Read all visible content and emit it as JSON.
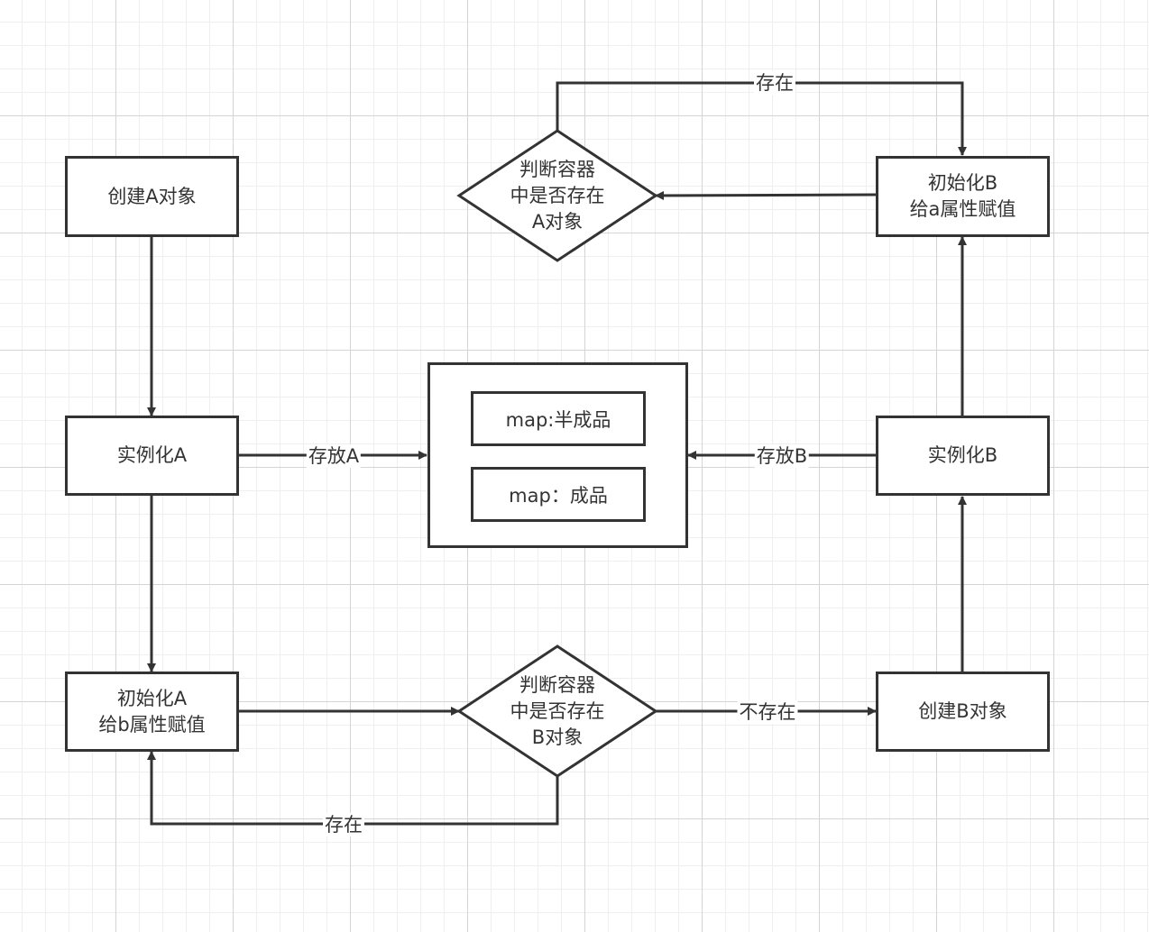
{
  "nodes": {
    "create_a": {
      "label": "创建A对象"
    },
    "instantiate_a": {
      "label": "实例化A"
    },
    "init_a": {
      "lines": [
        "初始化A",
        "给b属性赋值"
      ]
    },
    "check_b": {
      "lines": [
        "判断容器",
        "中是否存在",
        "B对象"
      ]
    },
    "create_b": {
      "label": "创建B对象"
    },
    "instantiate_b": {
      "label": "实例化B"
    },
    "init_b": {
      "lines": [
        "初始化B",
        "给a属性赋值"
      ]
    },
    "check_a": {
      "lines": [
        "判断容器",
        "中是否存在",
        "A对象"
      ]
    },
    "container": {
      "half_map": "map:半成品",
      "full_map": "map：成品"
    }
  },
  "edges": {
    "store_a": "存放A",
    "store_b": "存放B",
    "exists_top": "存在",
    "exists_bottom": "存在",
    "not_exists": "不存在"
  },
  "colors": {
    "stroke": "#333333",
    "background": "#ffffff",
    "grid_major": "#d4d4d4",
    "grid_minor": "#efefef"
  }
}
